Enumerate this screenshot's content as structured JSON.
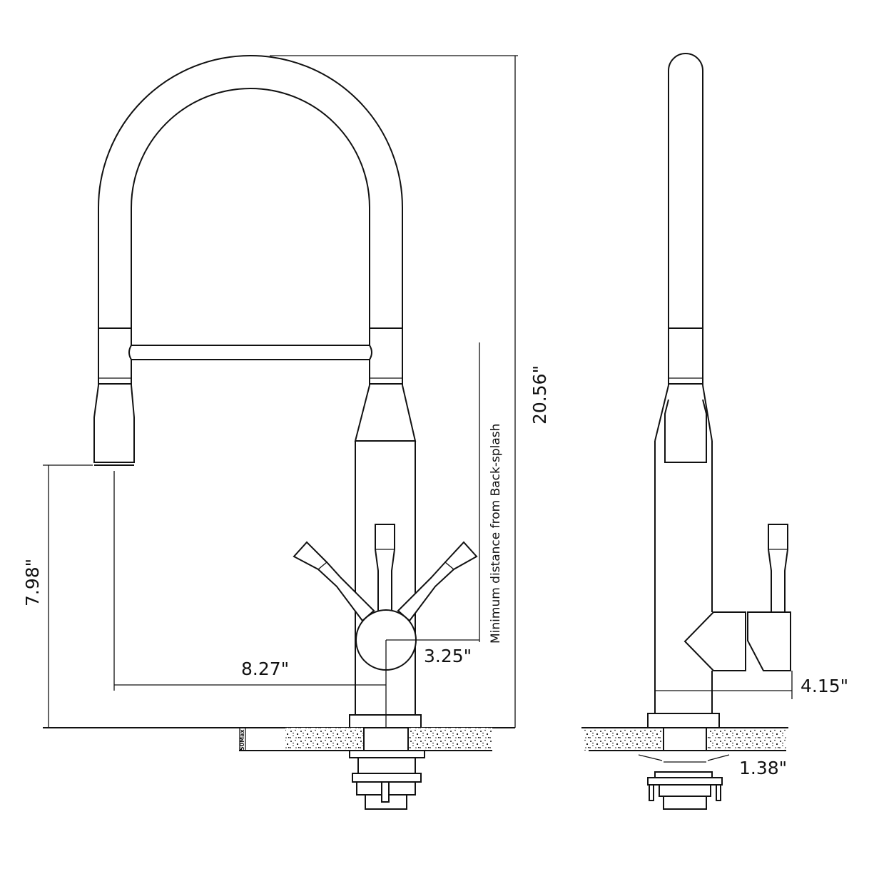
{
  "dimensions": {
    "total_height": "20.56\"",
    "spout_height": "7.98\"",
    "spout_reach": "8.27\"",
    "backsplash_distance": "3.25\"",
    "backsplash_label": "Minimum distance from Back-splash",
    "side_depth": "4.15\"",
    "hole_diameter": "1.38\"",
    "counter_thickness": "50Max"
  },
  "colors": {
    "line": "#111111",
    "background": "#ffffff"
  }
}
